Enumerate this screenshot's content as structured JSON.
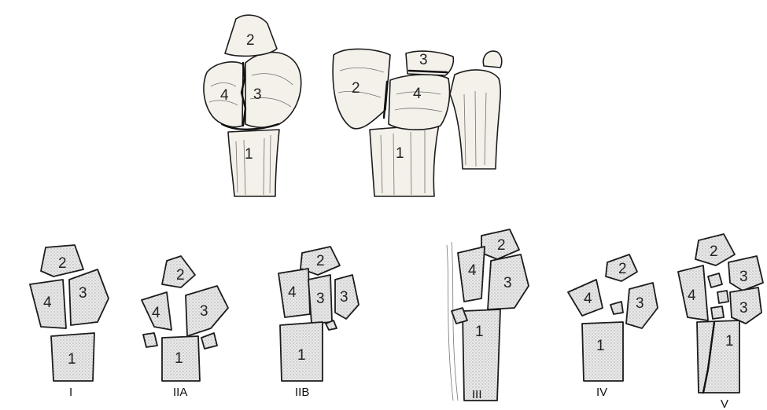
{
  "figure": {
    "top_left_labels": [
      "2",
      "4",
      "3",
      "1"
    ],
    "top_right_labels": [
      "2",
      "3",
      "4",
      "1"
    ],
    "types": [
      {
        "caption": "I",
        "labels": [
          "2",
          "4",
          "3",
          "1"
        ]
      },
      {
        "caption": "IIA",
        "labels": [
          "2",
          "4",
          "3",
          "1"
        ]
      },
      {
        "caption": "IIB",
        "labels": [
          "2",
          "4",
          "3",
          "3",
          "1"
        ]
      },
      {
        "caption": "III",
        "labels": [
          "2",
          "4",
          "3",
          "1"
        ]
      },
      {
        "caption": "IV",
        "labels": [
          "2",
          "4",
          "3",
          "1"
        ]
      },
      {
        "caption": "V",
        "labels": [
          "2",
          "4",
          "3",
          "3",
          "1"
        ]
      }
    ]
  }
}
